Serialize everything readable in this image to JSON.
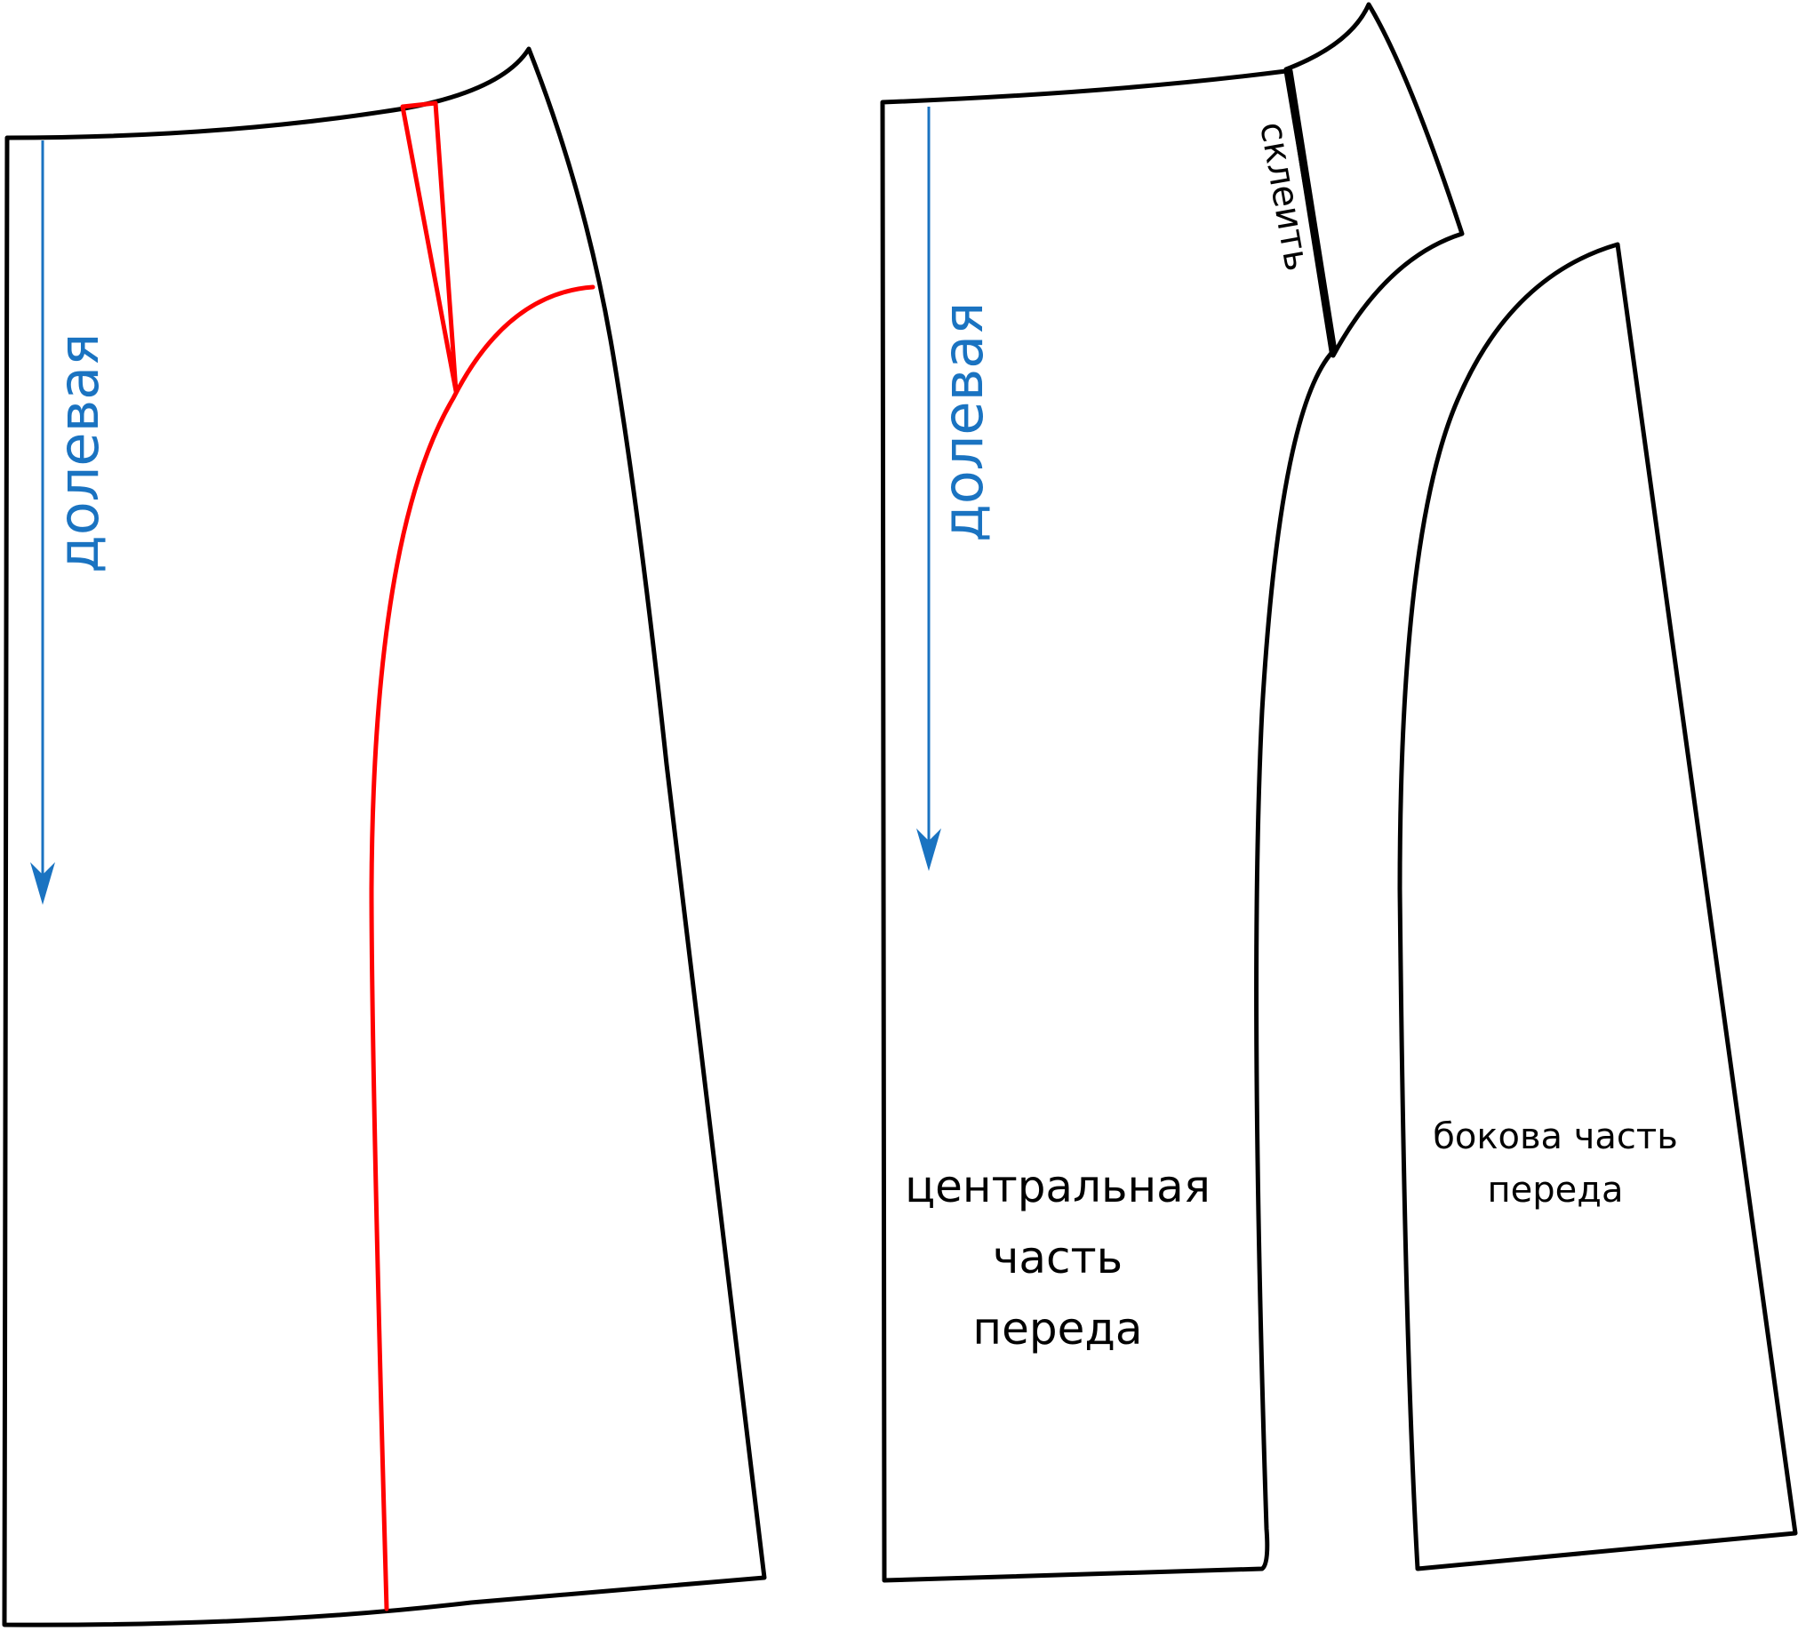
{
  "colors": {
    "outline": "#000000",
    "seam_red": "#ff0000",
    "grainline_blue": "#1a73c1",
    "background": "#ffffff"
  },
  "left_pattern": {
    "grainline_label": "долевая"
  },
  "right_pattern": {
    "grainline_label": "долевая",
    "glue_label": "склеить",
    "central_piece_label": [
      "центральная",
      "часть",
      "переда"
    ],
    "side_piece_label": [
      "бокова часть",
      "переда"
    ]
  }
}
